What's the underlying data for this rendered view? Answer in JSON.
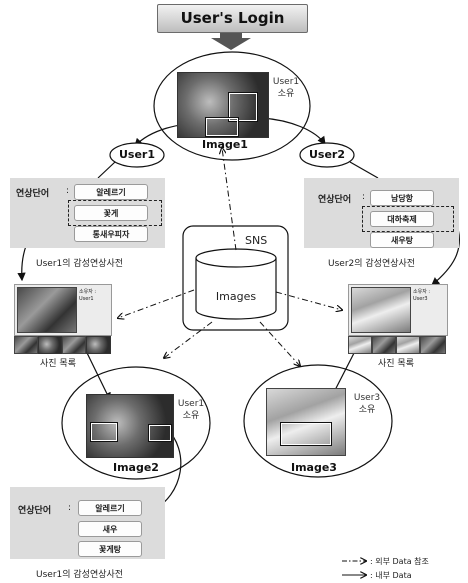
{
  "header": {
    "login_label": "User's Login"
  },
  "top_image": {
    "owner": "User1",
    "owner_suffix": "소유",
    "label": "Image1"
  },
  "users": {
    "user1": "User1",
    "user2": "User2"
  },
  "dict_user1_top": {
    "title": "연상단어",
    "colon": ":",
    "keywords": [
      "알레르기",
      "꽃게",
      "통새우피자"
    ],
    "caption": "User1의 감성연상사전"
  },
  "dict_user2": {
    "title": "연상단어",
    "colon": ":",
    "keywords": [
      "남당항",
      "대하축제",
      "새우탕"
    ],
    "caption": "User2의 감성연상사전"
  },
  "sns": {
    "label": "SNS",
    "db_label": "Images"
  },
  "photo_list_left": {
    "meta": "소유자 : User1",
    "caption": "사진 목록"
  },
  "photo_list_right": {
    "meta": "소유자 : User3",
    "caption": "사진 목록"
  },
  "image2": {
    "owner": "User1",
    "owner_suffix": "소유",
    "label": "Image2"
  },
  "image3": {
    "owner": "User3",
    "owner_suffix": "소유",
    "label": "Image3"
  },
  "dict_user1_bottom": {
    "title": "연상단어",
    "colon": ":",
    "keywords": [
      "알레르기",
      "새우",
      "꽃게탕"
    ],
    "caption": "User1의 감성연상사전"
  },
  "legend": {
    "external": ": 외부 Data 참조",
    "internal": ": 내부 Data"
  }
}
